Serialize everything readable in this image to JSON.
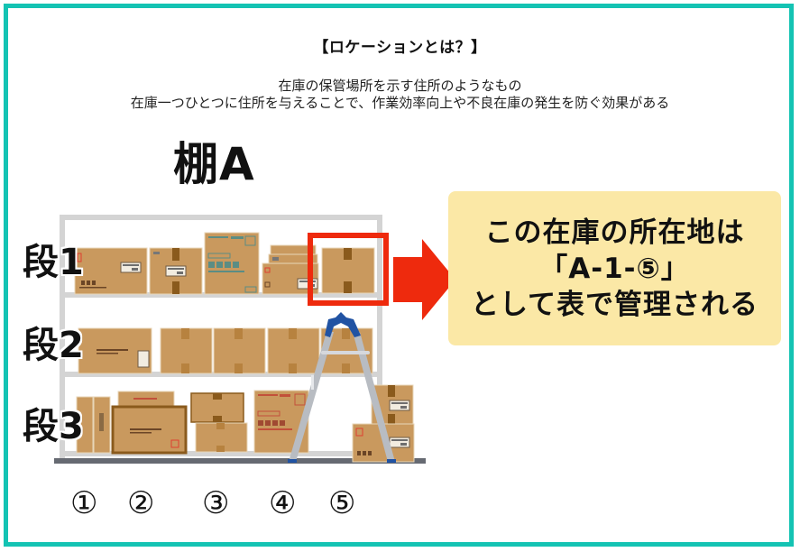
{
  "header": {
    "title": "【ロケーションとは？】",
    "description_lines": [
      "在庫の保管場所を示す住所のようなもの",
      "在庫一つひとつに住所を与えることで、作業効率向上や不良在庫の発生を防ぐ効果がある"
    ]
  },
  "shelf": {
    "name": "棚A",
    "tiers": [
      {
        "label": "段1"
      },
      {
        "label": "段2"
      },
      {
        "label": "段3"
      }
    ],
    "columns": [
      "①",
      "②",
      "③",
      "④",
      "⑤"
    ],
    "highlight": {
      "tier": 1,
      "column": 5
    }
  },
  "callout": {
    "lines": [
      "この在庫の所在地は",
      "「A-1-⑤」",
      "として表で管理される"
    ]
  },
  "colors": {
    "frame_border": "#14c3b3",
    "highlight_red": "#ee2a0d",
    "callout_bg": "#fbe8a6",
    "box_cardboard": "#c9995e",
    "box_tape": "#9a6420",
    "shelf_frame": "#d4d4d4",
    "floor": "#666a72",
    "ladder_metal": "#b8bcc2",
    "ladder_top": "#2153a3"
  }
}
